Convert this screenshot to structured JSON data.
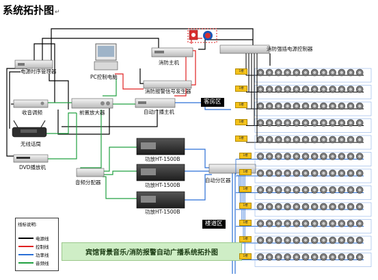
{
  "title": "系统拓扑图",
  "title_mark": "↵",
  "zones": {
    "guest": "客房区",
    "corridor": "楼道区"
  },
  "banner": "宾馆背景音乐/消防报警自动广播系统拓扑图",
  "devices": {
    "power_seq": "电源时序管理器",
    "radio_tuner": "收音调频",
    "wireless_mic": "无线话筒",
    "dvd": "DVD播放机",
    "pre_amp": "前置放大器",
    "pc": "PC控制电脑",
    "fire_host": "消防主机",
    "fire_alarm_gen": "消防报警信号发生器",
    "auto_broadcast": "自动广播主机",
    "fire_power_ctrl": "消防强插电源控制器",
    "amp1": "功放HT-1500B",
    "amp2": "功放HT-1500B",
    "amp3": "功放HT-1500B",
    "audio_splitter": "音频分配器",
    "auto_zoner": "自动分区器"
  },
  "legend": {
    "header": "线标说明:",
    "items": [
      {
        "label": "电源线",
        "color": "#000000"
      },
      {
        "label": "控制线",
        "color": "#e02020"
      },
      {
        "label": "功率线",
        "color": "#2a6fd6"
      },
      {
        "label": "音频线",
        "color": "#20a040"
      }
    ]
  },
  "colors": {
    "power": "#000000",
    "control": "#e02020",
    "speaker": "#2a6fd6",
    "audio": "#20a040",
    "zone_bg": "#000000",
    "banner_bg": "#cfeec6"
  },
  "tags": [
    "1楼",
    "1楼",
    "1楼",
    "1楼",
    "1楼",
    "1楼",
    "1楼",
    "1楼",
    "1楼",
    "1楼",
    "1楼",
    "1楼"
  ],
  "icons": {
    "alarm": "alarm-button-icon",
    "bell": "fire-bell-icon",
    "speaker": "ceiling-speaker-icon"
  }
}
